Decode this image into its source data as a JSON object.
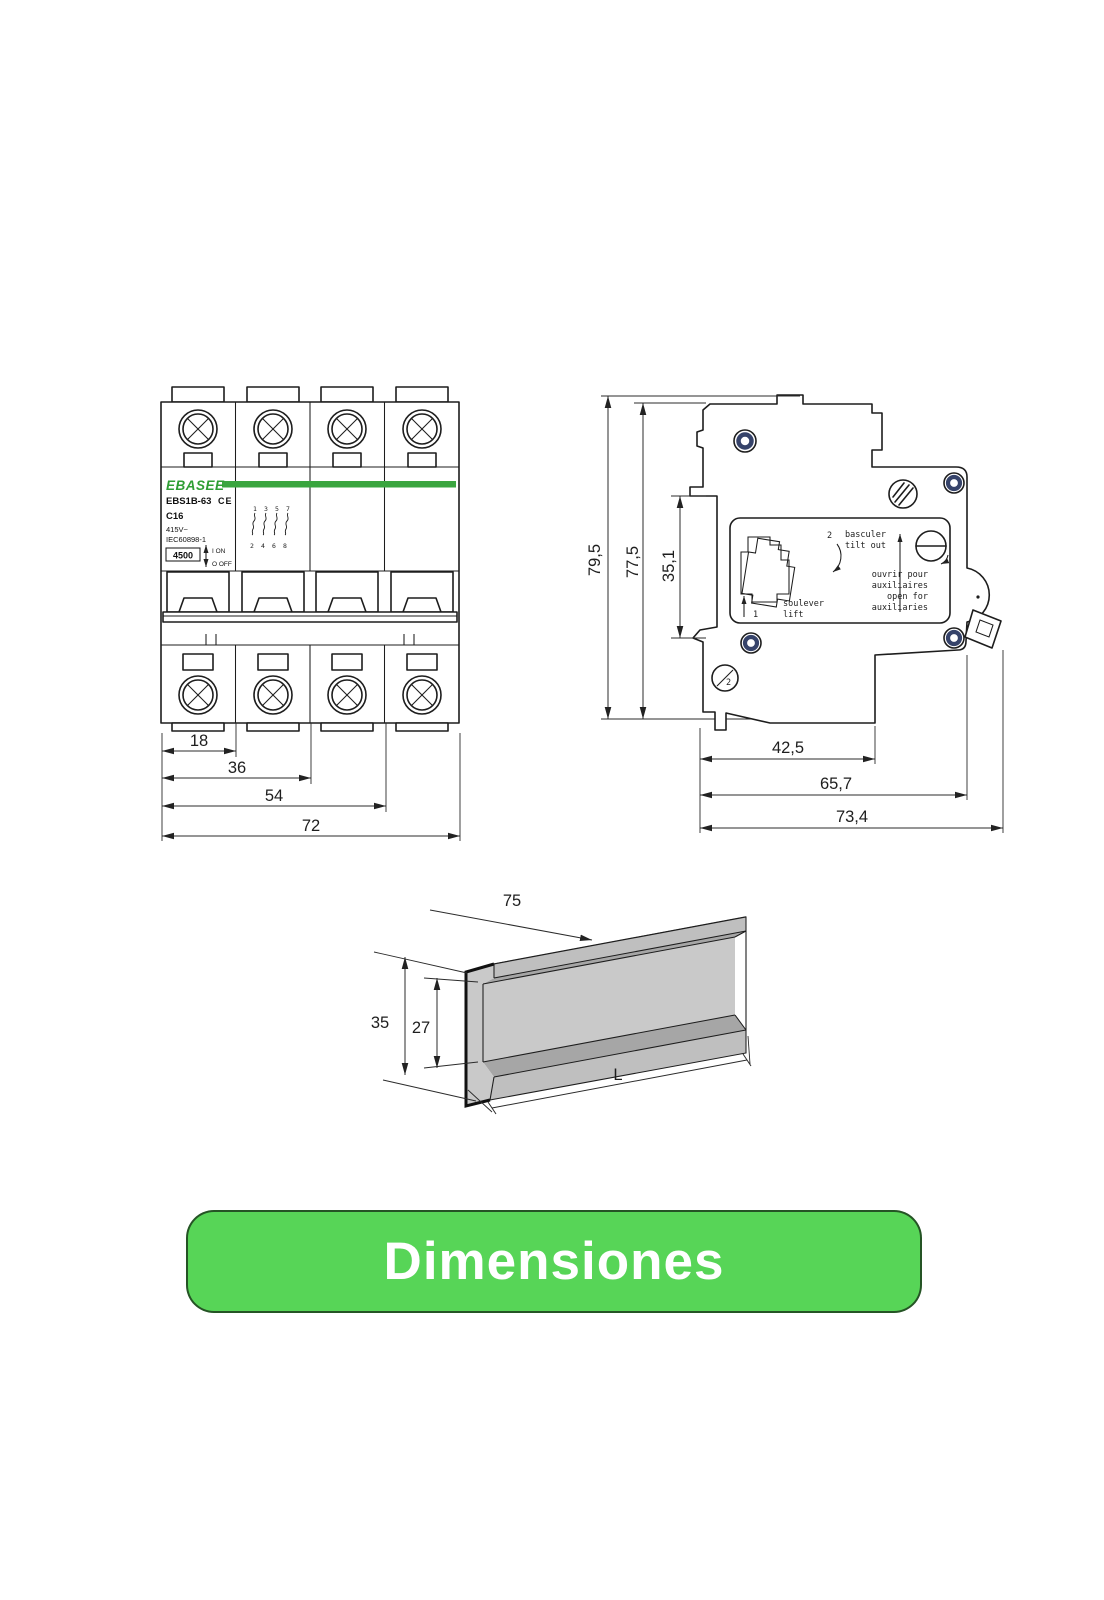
{
  "banner": {
    "label": "Dimensiones",
    "color": "#57d557"
  },
  "colors": {
    "brand_green": "#2f9e34",
    "accent_bar_green": "#3aa53f",
    "rivet_blue": "#36436a",
    "rail_gray": "#c9c9c9"
  },
  "front_view": {
    "brand": "EBASEE",
    "model": "EBS1B-63",
    "ce_mark": "CE",
    "curve_rating": "C16",
    "voltage": "415V~",
    "standard": "IEC60898-1",
    "breaking_capacity": "4500",
    "on_label": "I ON",
    "off_label": "O OFF",
    "pole_terminals_top": [
      "1",
      "3",
      "5",
      "7"
    ],
    "pole_terminals_bottom": [
      "2",
      "4",
      "6",
      "8"
    ],
    "dims": {
      "d18": "18",
      "d36": "36",
      "d54": "54",
      "d72": "72"
    }
  },
  "side_view": {
    "dims": {
      "h_total": "79,5",
      "h_body": "77,5",
      "rail_recess": "35,1",
      "d_back": "42,5",
      "d_front": "65,7",
      "d_total": "73,4"
    },
    "panel": {
      "step2_num": "2",
      "step2_fr": "basculer",
      "step2_en": "tilt out",
      "step1_num": "1",
      "step1_fr": "soulever",
      "step1_en": "lift",
      "aux_fr_1": "ouvrir  pour",
      "aux_fr_2": "auxiliaires",
      "aux_en_1": "open for",
      "aux_en_2": "auxiliaries"
    },
    "marking": "2"
  },
  "rail_view": {
    "dims": {
      "width": "75",
      "height": "35",
      "inner": "27",
      "length": "L"
    }
  }
}
